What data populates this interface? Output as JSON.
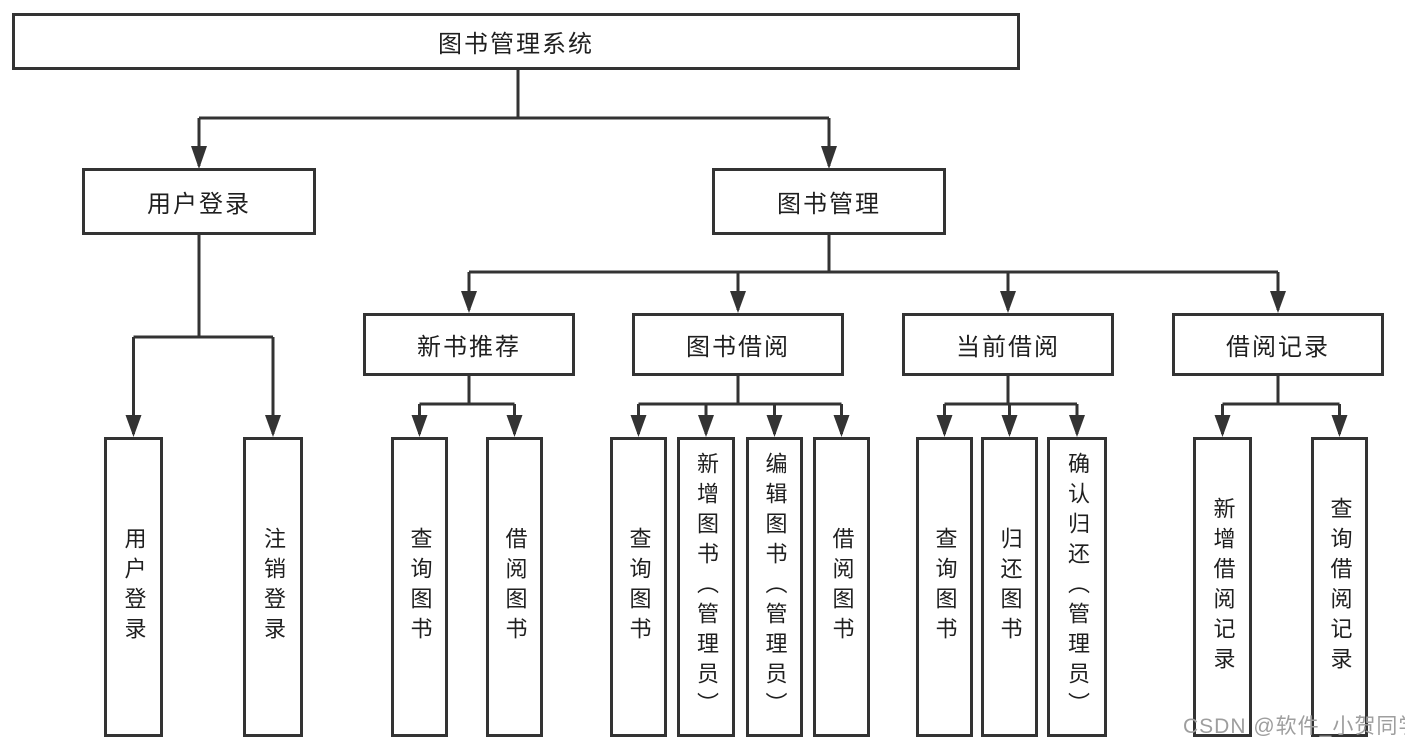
{
  "diagram_title": "图书管理系统",
  "colors": {
    "line": "#333333",
    "box_border": "#333333",
    "text": "#1f1f1f",
    "background": "#ffffff",
    "watermark": "#9e9e9e"
  },
  "tree": {
    "label": "图书管理系统",
    "children": [
      {
        "label": "用户登录",
        "children": [
          {
            "label": "用户登录"
          },
          {
            "label": "注销登录"
          }
        ]
      },
      {
        "label": "图书管理",
        "children": [
          {
            "label": "新书推荐",
            "children": [
              {
                "label": "查询图书"
              },
              {
                "label": "借阅图书"
              }
            ]
          },
          {
            "label": "图书借阅",
            "children": [
              {
                "label": "查询图书"
              },
              {
                "label": "新增图书（管理员）"
              },
              {
                "label": "编辑图书（管理员）"
              },
              {
                "label": "借阅图书"
              }
            ]
          },
          {
            "label": "当前借阅",
            "children": [
              {
                "label": "查询图书"
              },
              {
                "label": "归还图书"
              },
              {
                "label": "确认归还（管理员）"
              }
            ]
          },
          {
            "label": "借阅记录",
            "children": [
              {
                "label": "新增借阅记录"
              },
              {
                "label": "查询借阅记录"
              }
            ]
          }
        ]
      }
    ]
  },
  "watermark": {
    "text": "CSDN @软件_小贺同学"
  }
}
